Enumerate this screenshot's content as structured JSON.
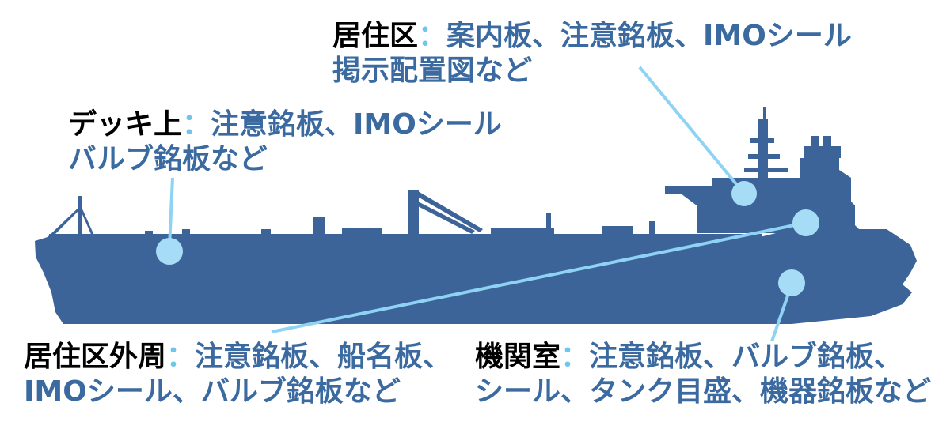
{
  "callouts": {
    "living_quarters": {
      "title": "居住区",
      "colon": "：",
      "line1": "案内板、注意銘板、IMOシール",
      "line2": "掲示配置図など"
    },
    "on_deck": {
      "title": "デッキ上",
      "colon": "：",
      "line1": "注意銘板、IMOシール",
      "line2": "バルブ銘板など"
    },
    "around_quarters": {
      "title": "居住区外周",
      "colon": "：",
      "line1": "注意銘板、船名板、",
      "line2": "IMOシール、バルブ銘板など"
    },
    "engine_room": {
      "title": "機関室",
      "colon": "：",
      "line1": "注意銘板、バルブ銘板、",
      "line2": "シール、タンク目盛、機器銘板など"
    }
  },
  "colors": {
    "ship": "#3d6499",
    "marker": "#a7dcf7",
    "leader": "#8ed3f3",
    "desc_text": "#3b6aa0",
    "colon": "#6ec6ee"
  }
}
